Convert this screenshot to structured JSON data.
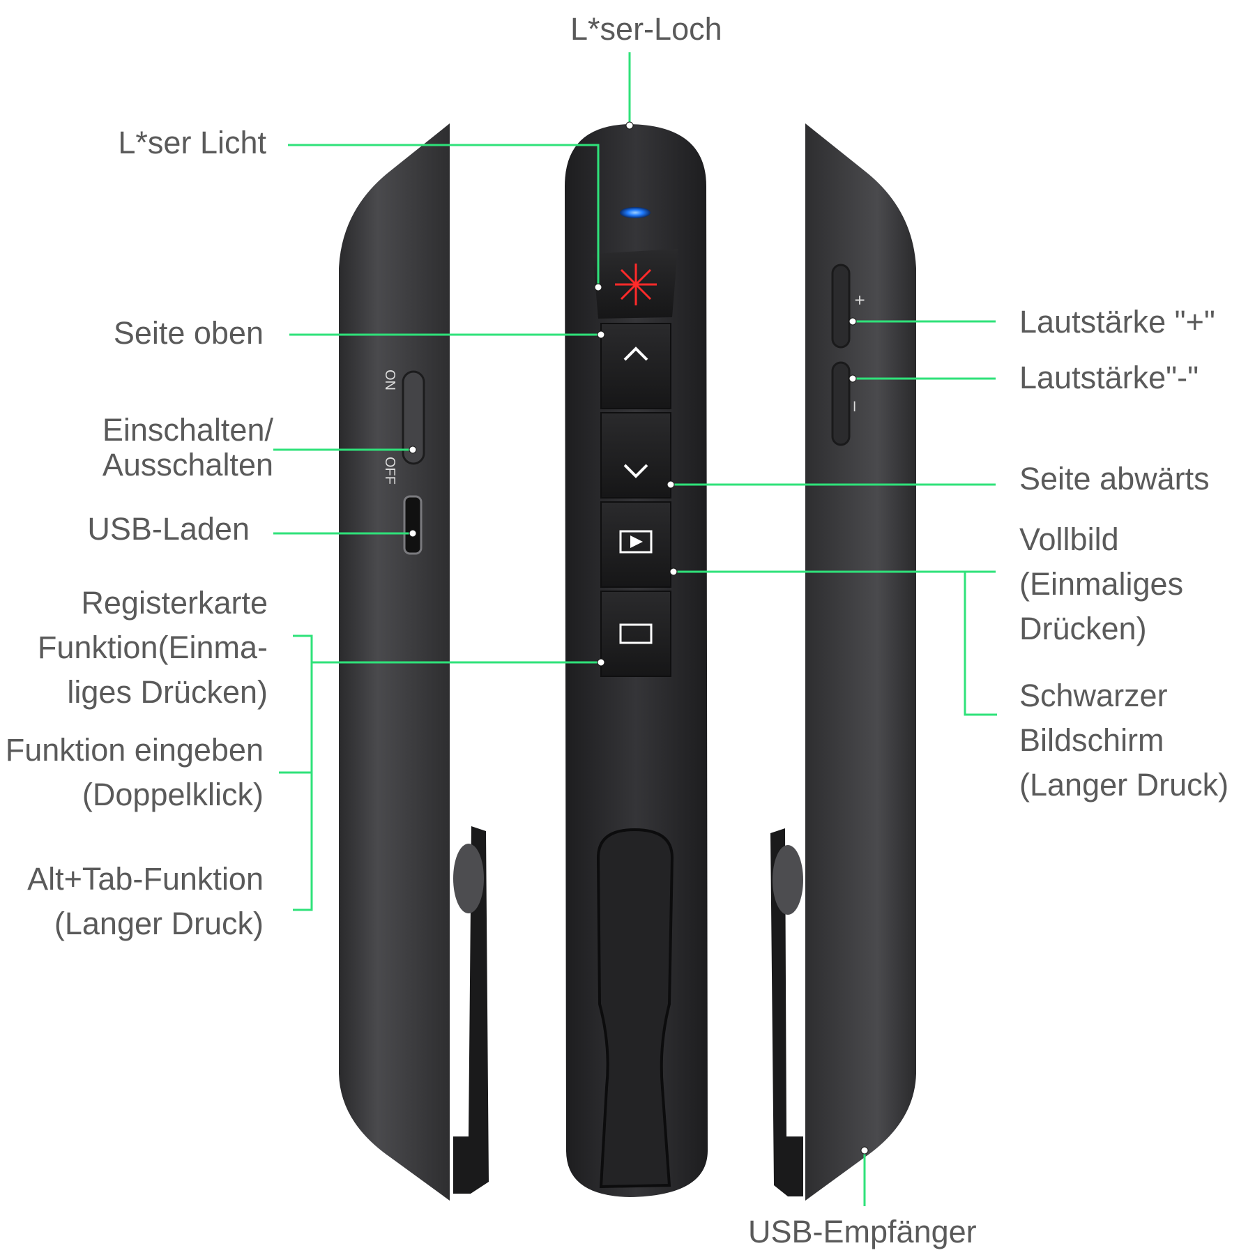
{
  "colors": {
    "background": "#ffffff",
    "callout_line": "#2fe27a",
    "label_text": "#5a5a5a",
    "device_body": "#3b3b3d",
    "device_dark": "#1f1f21",
    "led": "#1f7bff",
    "laser_symbol": "#ff2a2a",
    "button_icon": "#ffffff"
  },
  "icons": {
    "laser_button": "laser-burst-icon",
    "page_up": "chevron-up-icon",
    "page_down": "chevron-down-icon",
    "fullscreen": "play-box-icon",
    "black_screen": "rectangle-icon",
    "volume_up": "plus-icon",
    "volume_down": "minus-icon"
  },
  "labels": {
    "laser_hole": "L*ser-Loch",
    "laser_light": "L*ser Licht",
    "page_up": "Seite oben",
    "power_1": "Einschalten/",
    "power_2": "Ausschalten",
    "usb_charge": "USB-Laden",
    "tab_1": "Registerkarte",
    "tab_2": "Funktion(Einma-",
    "tab_3": "liges Drücken)",
    "enter_1": "Funktion eingeben",
    "enter_2": "(Doppelklick)",
    "alttab_1": "Alt+Tab-Funktion",
    "alttab_2": "(Langer Druck)",
    "vol_up": "Lautstärke \"+\"",
    "vol_down": "Lautstärke\"-\"",
    "page_down": "Seite abwärts",
    "full_1": "Vollbild",
    "full_2": "(Einmaliges",
    "full_3": "Drücken)",
    "black_1": "Schwarzer",
    "black_2": "Bildschirm",
    "black_3": "(Langer Druck)",
    "usb_receiver": "USB-Empfänger"
  },
  "switch": {
    "on": "ON",
    "off": "OFF"
  },
  "volume": {
    "plus": "+",
    "minus": "–"
  }
}
